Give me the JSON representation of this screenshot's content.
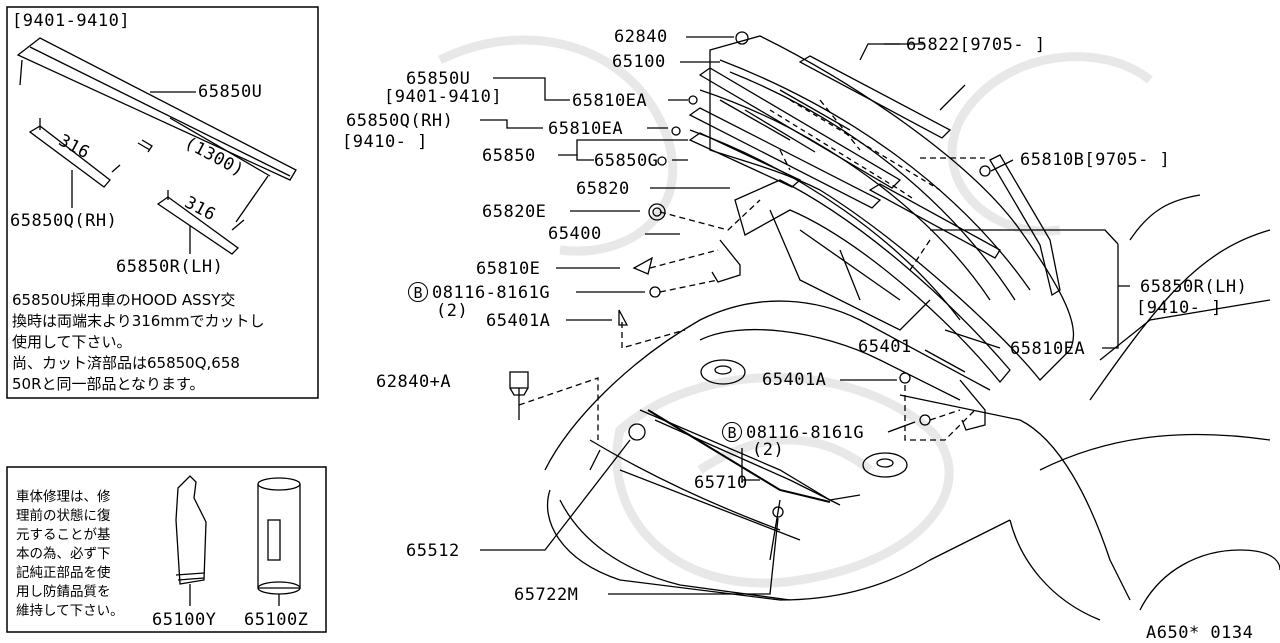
{
  "inset_top": {
    "range": "[9401-9410]",
    "part_u": "65850U",
    "part_q": "65850Q(RH)",
    "part_r": "65850R(LH)",
    "dim_316_a": "316",
    "dim_316_b": "316",
    "dim_1300": "(1300)",
    "note_line1": "65850U採用車のHOOD ASSY交",
    "note_line2": "換時は両端末より316mmでカットし",
    "note_line3": "使用して下さい。",
    "note_line4": "尚、カット済部品は65850Q,658",
    "note_line5": "50Rと同一部品となります。"
  },
  "inset_bottom": {
    "text_lines": [
      "車体修理は、修",
      "理前の状態に復",
      "元することが基",
      "本の為、必ず下",
      "記純正部品を使",
      "用し防錆品質を",
      "維持して下さい。"
    ],
    "part_y": "65100Y",
    "part_z": "65100Z"
  },
  "labels": {
    "p62840": "62840",
    "p65100": "65100",
    "p65822": "65822[9705-    ]",
    "p65850U": "65850U",
    "p65850U_range": "[9401-9410]",
    "p65810EA_1": "65810EA",
    "p65850Q": "65850Q(RH)",
    "p65850Q_range": "[9410-     ]",
    "p65810EA_2": "65810EA",
    "p65850": "65850",
    "p65850G": "65850G",
    "p65810B": "65810B[9705-    ]",
    "p65820": "65820",
    "p65820E": "65820E",
    "p65400": "65400",
    "p65810E": "65810E",
    "b_bolt_1": "B",
    "p08116_1": "08116-8161G",
    "qty_1": "(2)",
    "p65401A_1": "65401A",
    "p65850R": "65850R(LH)",
    "p65850R_range": "[9410-     ]",
    "p65810EA_3": "65810EA",
    "p65401": "65401",
    "p62840A": "62840+A",
    "p65401A_2": "65401A",
    "b_bolt_2": "B",
    "p08116_2": "08116-8161G",
    "qty_2": "(2)",
    "p65710": "65710",
    "p65512": "65512",
    "p65722M": "65722M",
    "figure_id": "A650* 0134"
  }
}
